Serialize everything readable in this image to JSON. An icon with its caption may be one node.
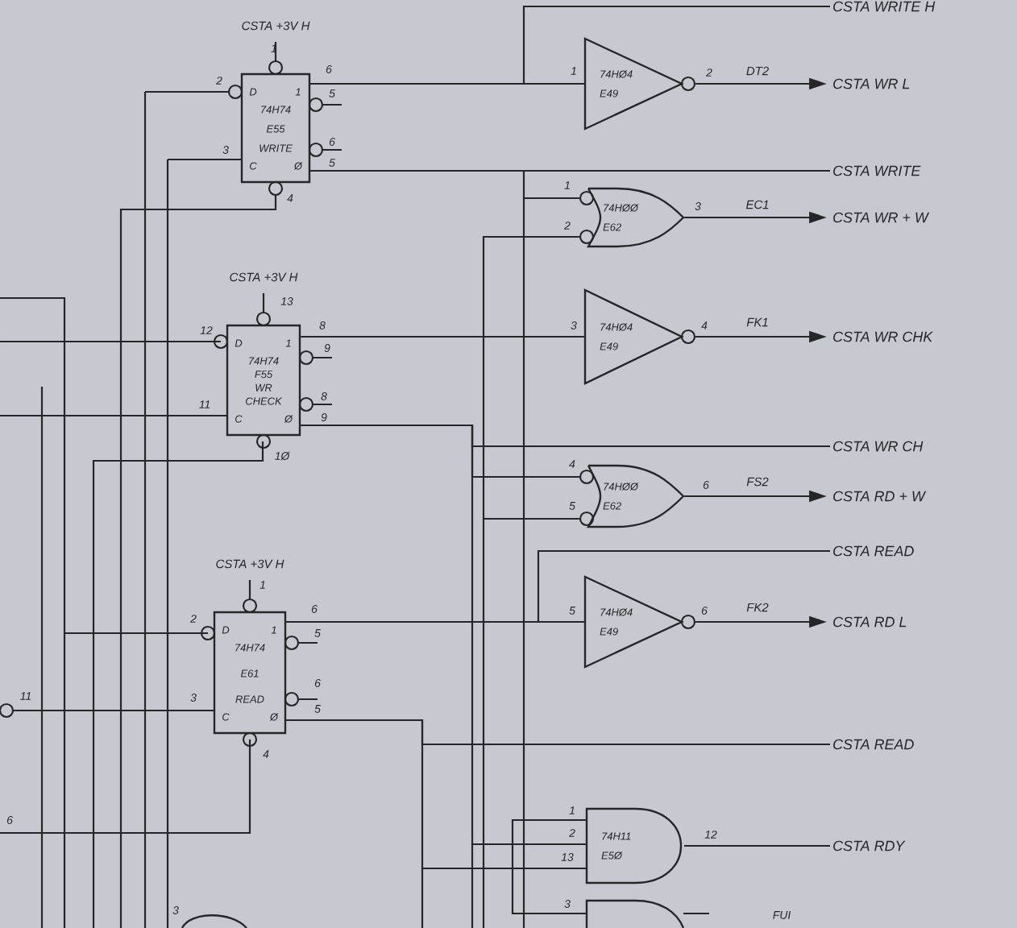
{
  "diagram": {
    "nodes": [
      {
        "text": [
          "D",
          "1",
          "74H74",
          "E55",
          "WRITE",
          "C",
          "Ø"
        ],
        "beside": [
          "CSTA +3V H"
        ]
      },
      {
        "text": [
          "D",
          "1",
          "74H74",
          "F55",
          "WR",
          "CHECK",
          "C",
          "Ø"
        ],
        "beside": [
          "CSTA +3V H"
        ]
      },
      {
        "text": [
          "D",
          "1",
          "74H74",
          "E61",
          "READ",
          "C",
          "Ø"
        ],
        "beside": [
          "CSTA +3V H"
        ]
      },
      {
        "text": [
          "74HØ4",
          "E49"
        ]
      },
      {
        "text": [
          "74HØØ",
          "E62"
        ]
      },
      {
        "text": [
          "74HØ4",
          "E49"
        ]
      },
      {
        "text": [
          "74HØØ",
          "E62"
        ]
      },
      {
        "text": [
          "74HØ4",
          "E49"
        ]
      },
      {
        "text": [
          "74H11",
          "E5Ø"
        ]
      },
      {
        "text": [],
        "shape": "gate"
      },
      {
        "text": [
          "CSTA WRITE H"
        ]
      },
      {
        "text": [
          "CSTA WR L"
        ]
      },
      {
        "text": [
          "CSTA WRITE"
        ]
      },
      {
        "text": [
          "CSTA WR + W"
        ]
      },
      {
        "text": [
          "CSTA WR CHK"
        ]
      },
      {
        "text": [
          "CSTA WR CH"
        ]
      },
      {
        "text": [
          "CSTA RD + W"
        ]
      },
      {
        "text": [
          "CSTA READ"
        ]
      },
      {
        "text": [
          "CSTA RD L"
        ]
      },
      {
        "text": [
          "CSTA READ"
        ]
      },
      {
        "text": [
          "CSTA RDY"
        ]
      },
      {
        "text": [],
        "shape": "gate"
      }
    ],
    "edges": [
      {
        "from": 3,
        "to": 11,
        "arrow": "to",
        "label": "DT2"
      },
      {
        "from": 4,
        "to": 13,
        "arrow": "to",
        "label": "EC1"
      },
      {
        "from": 5,
        "to": 14,
        "arrow": "to",
        "label": "FK1"
      },
      {
        "from": 6,
        "to": 16,
        "arrow": "to",
        "label": "FS2"
      },
      {
        "from": 7,
        "to": 18,
        "arrow": "to",
        "label": "FK2"
      },
      {
        "from": 8,
        "to": 20,
        "arrow": "none"
      },
      {
        "from": 0,
        "to": 3,
        "arrow": "none"
      },
      {
        "from": 0,
        "to": 10,
        "arrow": "none"
      },
      {
        "from": 0,
        "to": 12,
        "arrow": "none"
      },
      {
        "from": 0,
        "to": 4,
        "arrow": "none"
      },
      {
        "from": 1,
        "to": 5,
        "arrow": "none"
      },
      {
        "from": 1,
        "to": 15,
        "arrow": "none"
      },
      {
        "from": 1,
        "to": 6,
        "arrow": "none"
      },
      {
        "from": 2,
        "to": 7,
        "arrow": "none"
      },
      {
        "from": 2,
        "to": 17,
        "arrow": "none"
      },
      {
        "from": 2,
        "to": 19,
        "arrow": "none"
      },
      {
        "from": 2,
        "to": 8,
        "arrow": "none"
      },
      {
        "from": 1,
        "to": 8,
        "arrow": "none"
      },
      {
        "from": 4,
        "to": 6,
        "arrow": "none"
      },
      {
        "from": 8,
        "to": 9,
        "arrow": "none"
      }
    ],
    "labels": [
      "1",
      "2",
      "6",
      "5",
      "6",
      "5",
      "3",
      "4",
      "13",
      "12",
      "8",
      "9",
      "8",
      "9",
      "11",
      "1Ø",
      "1",
      "2",
      "6",
      "5",
      "6",
      "5",
      "3",
      "4",
      "1",
      "2",
      "1",
      "2",
      "3",
      "3",
      "4",
      "4",
      "5",
      "6",
      "5",
      "6",
      "1",
      "2",
      "13",
      "12",
      "3",
      "FUI",
      "11",
      "6",
      "3"
    ]
  }
}
